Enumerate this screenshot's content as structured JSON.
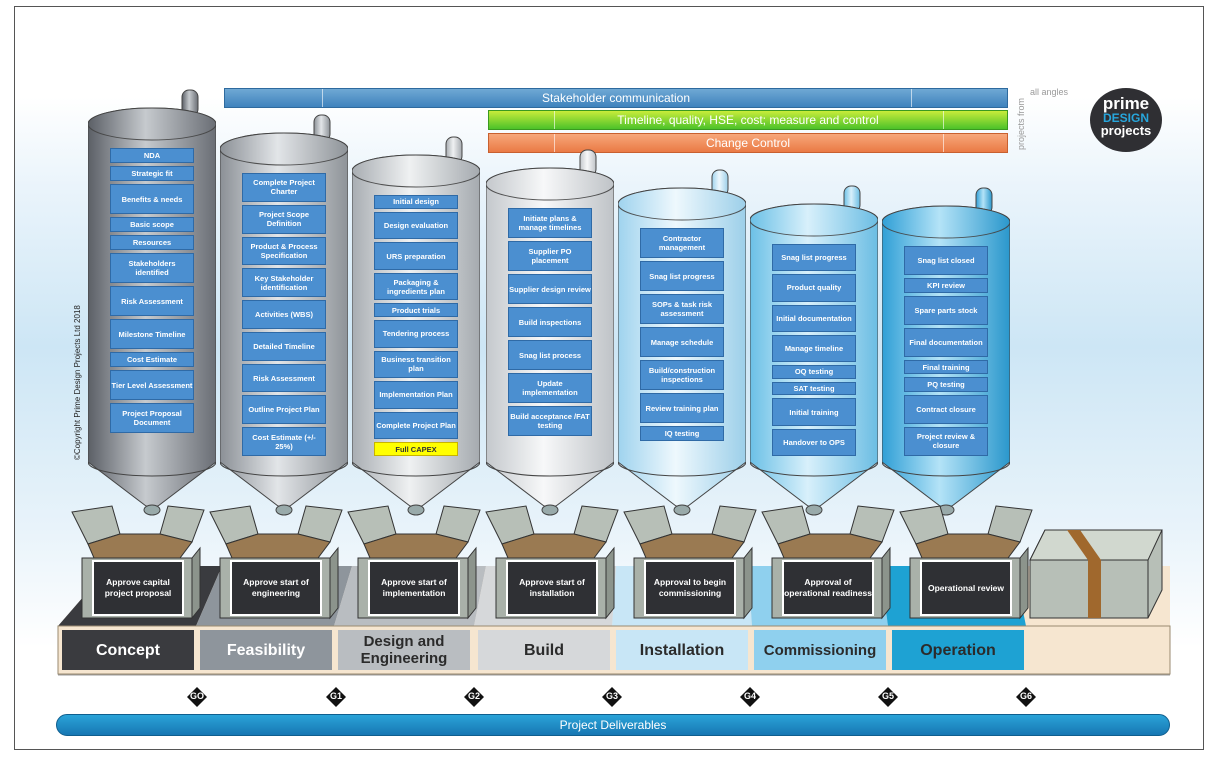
{
  "top_bars": {
    "stakeholder": "Stakeholder communication",
    "timeline": "Timeline, quality, HSE, cost; measure and control",
    "change": "Change Control"
  },
  "logo": {
    "line1": "prime",
    "line2": "DESIGN",
    "line3": "projects"
  },
  "side_text": {
    "angles": "all angles",
    "projects_from": "projects from",
    "copyright": "©Copyright Prime Design Projects Ltd 2018"
  },
  "colors": {
    "concept": "#3a3b3f",
    "feasibility": "#8e959c",
    "design": "#b9bdc1",
    "build": "#d6d8da",
    "installation": "#c8e6f6",
    "commissioning": "#8fd0ee",
    "operation": "#1ea2d3"
  },
  "silos": [
    {
      "tasks": [
        "NDA",
        "Strategic fit",
        "Benefits & needs",
        "Basic scope",
        "Resources",
        "Stakeholders identified",
        "Risk Assessment",
        "Milestone Timeline",
        "Cost Estimate",
        "Tier Level Assessment",
        "Project Proposal Document"
      ]
    },
    {
      "tasks": [
        "Complete Project Charter",
        "Project Scope Definition",
        "Product & Process Specification",
        "Key Stakeholder identification",
        "Activities (WBS)",
        "Detailed Timeline",
        "Risk Assessment",
        "Outline Project Plan",
        "Cost Estimate (+/- 25%)"
      ]
    },
    {
      "tasks": [
        "Initial design",
        "Design evaluation",
        "URS preparation",
        "Packaging & ingredients plan",
        "Product trials",
        "Tendering process",
        "Business transition plan",
        "Implementation Plan",
        "Complete Project Plan",
        "Full CAPEX"
      ]
    },
    {
      "tasks": [
        "Initiate plans & manage timelines",
        "Supplier PO placement",
        "Supplier design review",
        "Build inspections",
        "Snag list process",
        "Update implementation",
        "Build acceptance /FAT testing"
      ]
    },
    {
      "tasks": [
        "Contractor management",
        "Snag list progress",
        "SOPs & task risk assessment",
        "Manage schedule",
        "Build/construction inspections",
        "Review training plan",
        "IQ testing"
      ]
    },
    {
      "tasks": [
        "Snag list progress",
        "Product quality",
        "Initial documentation",
        "Manage timeline",
        "OQ testing",
        "SAT testing",
        "Initial training",
        "Handover to OPS"
      ]
    },
    {
      "tasks": [
        "Snag list closed",
        "KPI review",
        "Spare parts stock",
        "Final documentation",
        "Final training",
        "PQ testing",
        "Contract closure",
        "Project review & closure"
      ]
    }
  ],
  "boxes": [
    "Approve capital project proposal",
    "Approve start of engineering",
    "Approve start of implementation",
    "Approve start of installation",
    "Approval to begin commissioning",
    "Approval of operational readiness",
    "Operational review"
  ],
  "phases": [
    "Concept",
    "Feasibility",
    "Design and Engineering",
    "Build",
    "Installation",
    "Commissioning",
    "Operation"
  ],
  "gates": [
    "GO",
    "G1",
    "G2",
    "G3",
    "G4",
    "G5",
    "G6"
  ],
  "deliverables": "Project Deliverables"
}
